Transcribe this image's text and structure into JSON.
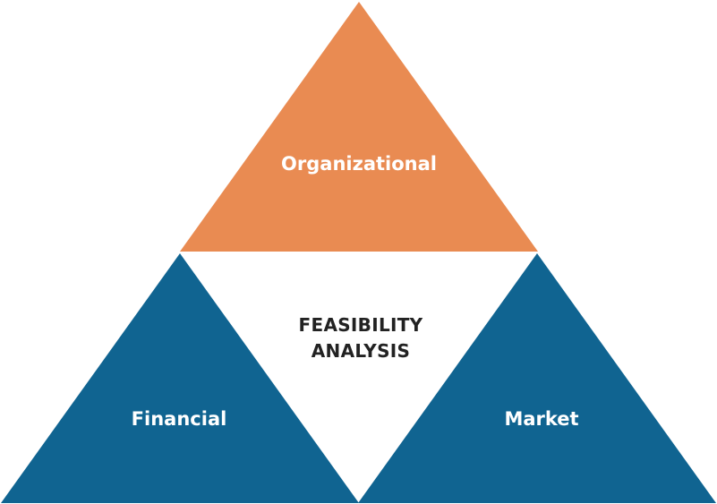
{
  "title": "Feasibility Analysis",
  "colors": {
    "organizational": "#E98B52",
    "financial": "#106491",
    "market": "#106491",
    "background": "#FFFFFF",
    "center_text": "#222222"
  },
  "triangles": {
    "top": {
      "label": "Organizational"
    },
    "bottom_left": {
      "label": "Financial"
    },
    "bottom_right": {
      "label": "Market"
    }
  },
  "center": {
    "line1": "FEASIBILITY",
    "line2": "ANALYSIS"
  }
}
